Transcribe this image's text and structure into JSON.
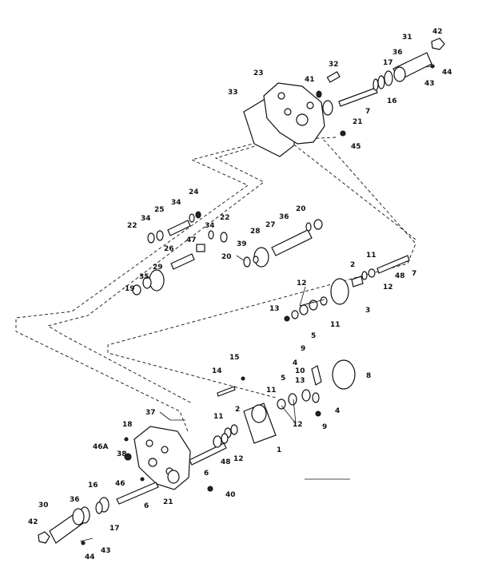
{
  "callouts": {
    "c42_top": "42",
    "c31": "31",
    "c36_top": "36",
    "c17_top": "17",
    "c44_top": "44",
    "c43_top": "43",
    "c16_top": "16",
    "c32": "32",
    "c23": "23",
    "c41": "41",
    "c7_top": "7",
    "c33": "33",
    "c21_top": "21",
    "c45": "45",
    "c24": "24",
    "c34_a": "34",
    "c25": "25",
    "c34_b": "34",
    "c22_a": "22",
    "c22_b": "22",
    "c34_c": "34",
    "c47": "47",
    "c20_top": "20",
    "c27": "27",
    "c36_mid": "36",
    "c28": "28",
    "c26": "26",
    "c39": "39",
    "c20_mid": "20",
    "c29": "29",
    "c35": "35",
    "c19": "19",
    "c2_mid": "2",
    "c11_mid": "11",
    "c7_mid": "7",
    "c48_mid": "48",
    "c12_mid": "12",
    "c12_ring": "12",
    "c13_mid": "13",
    "c3": "3",
    "c11_ring": "11",
    "c5_ring": "5",
    "c15": "15",
    "c14": "14",
    "c9_top": "9",
    "c4_top": "4",
    "c10": "10",
    "c8": "8",
    "c13_low": "13",
    "c5_low": "5",
    "c11_low": "11",
    "c4_low": "4",
    "c12_low": "12",
    "c9_low": "9",
    "c1": "1",
    "c2_low": "2",
    "c37": "37",
    "c18": "18",
    "c46a": "46A",
    "c11_left": "11",
    "c12_left": "12",
    "c48_low": "48",
    "c38": "38",
    "c6_a": "6",
    "c46": "46",
    "c40": "40",
    "c21_low": "21",
    "c16_low": "16",
    "c6_b": "6",
    "c36_low": "36",
    "c30": "30",
    "c17_low": "17",
    "c42_low": "42",
    "c43_low": "43",
    "c44_low": "44"
  },
  "ink_color": "#111111",
  "background_color": "#ffffff"
}
